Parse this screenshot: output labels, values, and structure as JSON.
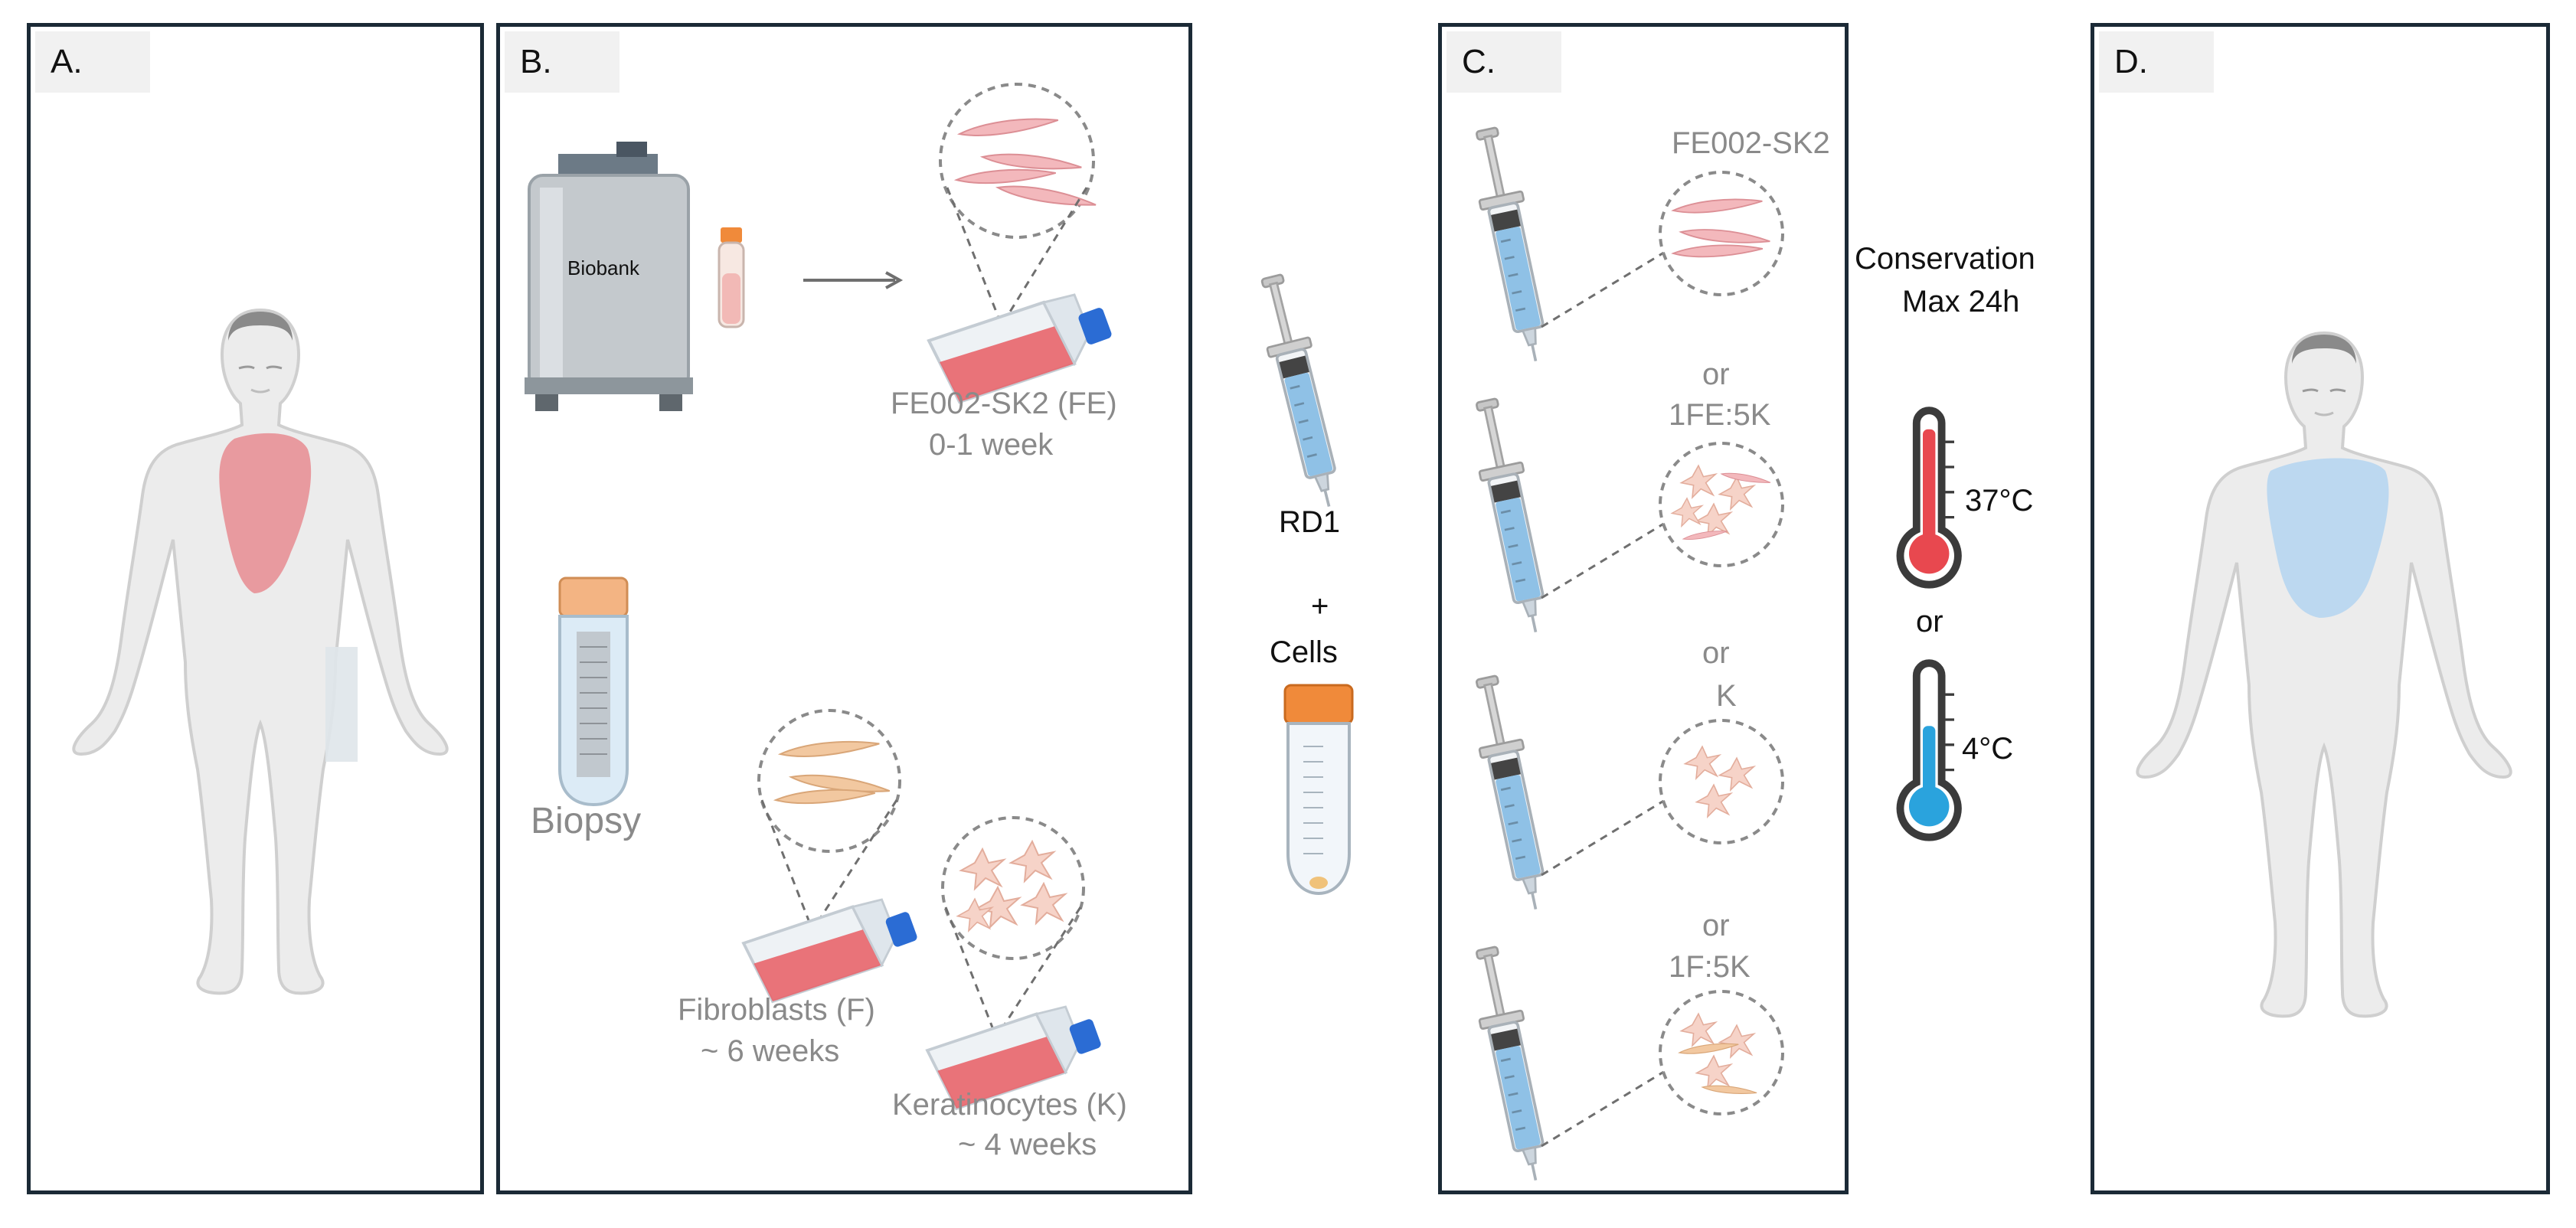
{
  "panelA": {
    "label": "A."
  },
  "panelB": {
    "label": "B.",
    "biobank": "Biobank",
    "fe_name": "FE002-SK2 (FE)",
    "fe_time": "0-1 week",
    "biopsy": "Biopsy",
    "fib_name": "Fibroblasts (F)",
    "fib_time": "~ 6 weeks",
    "ker_name": "Keratinocytes (K)",
    "ker_time": "~ 4 weeks"
  },
  "middle": {
    "rd1": "RD1",
    "plus": "+",
    "cells": "Cells"
  },
  "panelC": {
    "label": "C.",
    "opt1": "FE002-SK2",
    "or1": "or",
    "opt2": "1FE:5K",
    "or2": "or",
    "opt3": "K",
    "or3": "or",
    "opt4": "1F:5K"
  },
  "conservation": {
    "line1": "Conservation",
    "line2": "Max 24h",
    "hot": "37°C",
    "or": "or",
    "cold": "4°C"
  },
  "panelD": {
    "label": "D."
  },
  "colors": {
    "border": "#1b2a36",
    "heart_red": "#e89a9f",
    "heart_blue": "#bcd8f0",
    "flask_red": "#e8656c",
    "cap_blue": "#2b6cd4",
    "tube_orange": "#f08a3a",
    "syringe_liquid": "#8fc1e6",
    "therm_red": "#e8484f",
    "therm_blue": "#2aa3dd"
  }
}
